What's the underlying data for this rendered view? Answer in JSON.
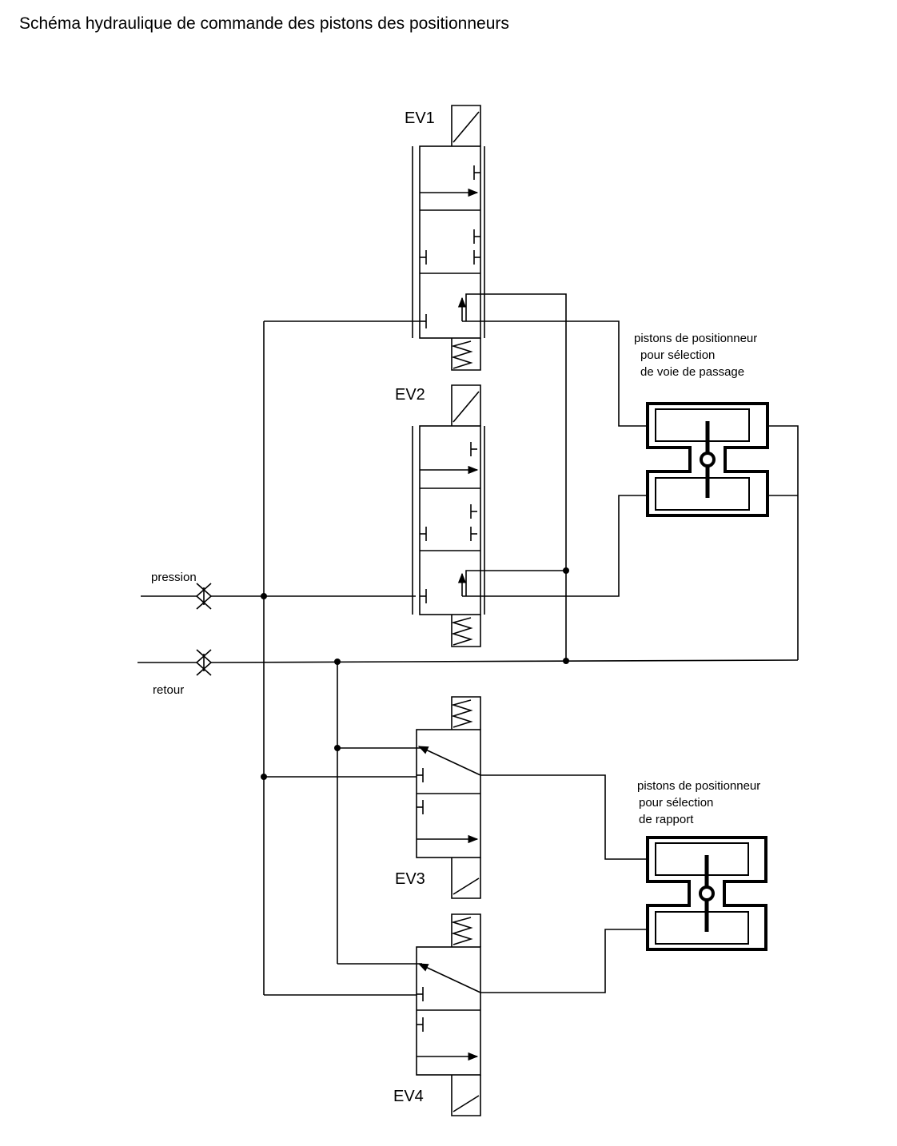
{
  "title": "Schéma hydraulique de commande des pistons des positionneurs",
  "valves": {
    "ev1": "EV1",
    "ev2": "EV2",
    "ev3": "EV3",
    "ev4": "EV4"
  },
  "ports": {
    "pression": "pression",
    "retour": "retour"
  },
  "actuator_top": {
    "line1": "pistons de positionneur",
    "line2": "pour sélection",
    "line3": "de voie de passage"
  },
  "actuator_bottom": {
    "line1": "pistons de positionneur",
    "line2": "pour sélection",
    "line3": "de rapport"
  }
}
